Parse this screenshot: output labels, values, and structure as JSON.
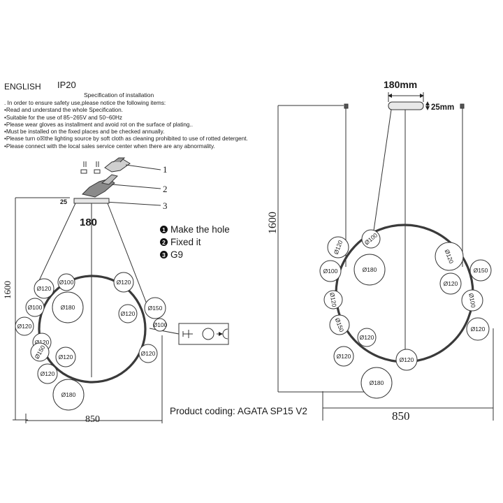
{
  "header": {
    "language": "ENGLISH",
    "ip_rating": "IP20",
    "spec_title": "Specification of installation"
  },
  "instructions": [
    ". In order to ensure safety use,please notice the following items:",
    "•Read and understand the whole Specification.",
    "•Suitable for the use of 85~265V and 50~60Hz",
    "•Please wear gloves as installment and avoid rot on the surface of plating..",
    "•Must be installed on the fixed places and be checked annually.",
    "•Please turn o☒the lighting source by soft cloth as cleaning prohibited to use of rotted detergent.",
    "•Please connect with the local sales service center when there are any abnormality."
  ],
  "callouts": [
    "1",
    "2",
    "3"
  ],
  "steps": [
    {
      "num": "1",
      "label": "Make the hole"
    },
    {
      "num": "2",
      "label": "Fixed it"
    },
    {
      "num": "3",
      "label": "G9"
    }
  ],
  "left_dims": {
    "canopy_height": "25",
    "canopy_width": "180",
    "height": "1600",
    "width": "850"
  },
  "right_dims": {
    "canopy_width": "180mm",
    "canopy_height": "25mm",
    "height": "1600",
    "width": "850"
  },
  "product": "Product coding: AGATA SP15 V2",
  "left_globes": [
    {
      "label": "Ø100",
      "rot": 0
    },
    {
      "label": "Ø120",
      "rot": 0
    },
    {
      "label": "Ø120",
      "rot": 0
    },
    {
      "label": "Ø100",
      "rot": 0
    },
    {
      "label": "Ø180",
      "rot": 0
    },
    {
      "label": "Ø150",
      "rot": 0
    },
    {
      "label": "Ø120",
      "rot": 0
    },
    {
      "label": "Ø120",
      "rot": 0
    },
    {
      "label": "Ø100",
      "rot": 0
    },
    {
      "label": "Ø120",
      "rot": 0
    },
    {
      "label": "Ø150",
      "rot": -60
    },
    {
      "label": "Ø120",
      "rot": 0
    },
    {
      "label": "Ø120",
      "rot": 0
    },
    {
      "label": "Ø120",
      "rot": 0
    },
    {
      "label": "Ø180",
      "rot": 0
    }
  ],
  "right_globes": [
    {
      "label": "Ø100",
      "rot": -40
    },
    {
      "label": "Ø120",
      "rot": -70
    },
    {
      "label": "Ø100",
      "rot": 0
    },
    {
      "label": "Ø180",
      "rot": 0
    },
    {
      "label": "Ø120",
      "rot": 70
    },
    {
      "label": "Ø150",
      "rot": 0
    },
    {
      "label": "Ø120",
      "rot": 0
    },
    {
      "label": "Ø120",
      "rot": 80
    },
    {
      "label": "Ø100",
      "rot": 80
    },
    {
      "label": "Ø150",
      "rot": 70
    },
    {
      "label": "Ø120",
      "rot": 0
    },
    {
      "label": "Ø120",
      "rot": 0
    },
    {
      "label": "Ø120",
      "rot": 0
    },
    {
      "label": "Ø120",
      "rot": 0
    },
    {
      "label": "Ø180",
      "rot": 0
    }
  ]
}
